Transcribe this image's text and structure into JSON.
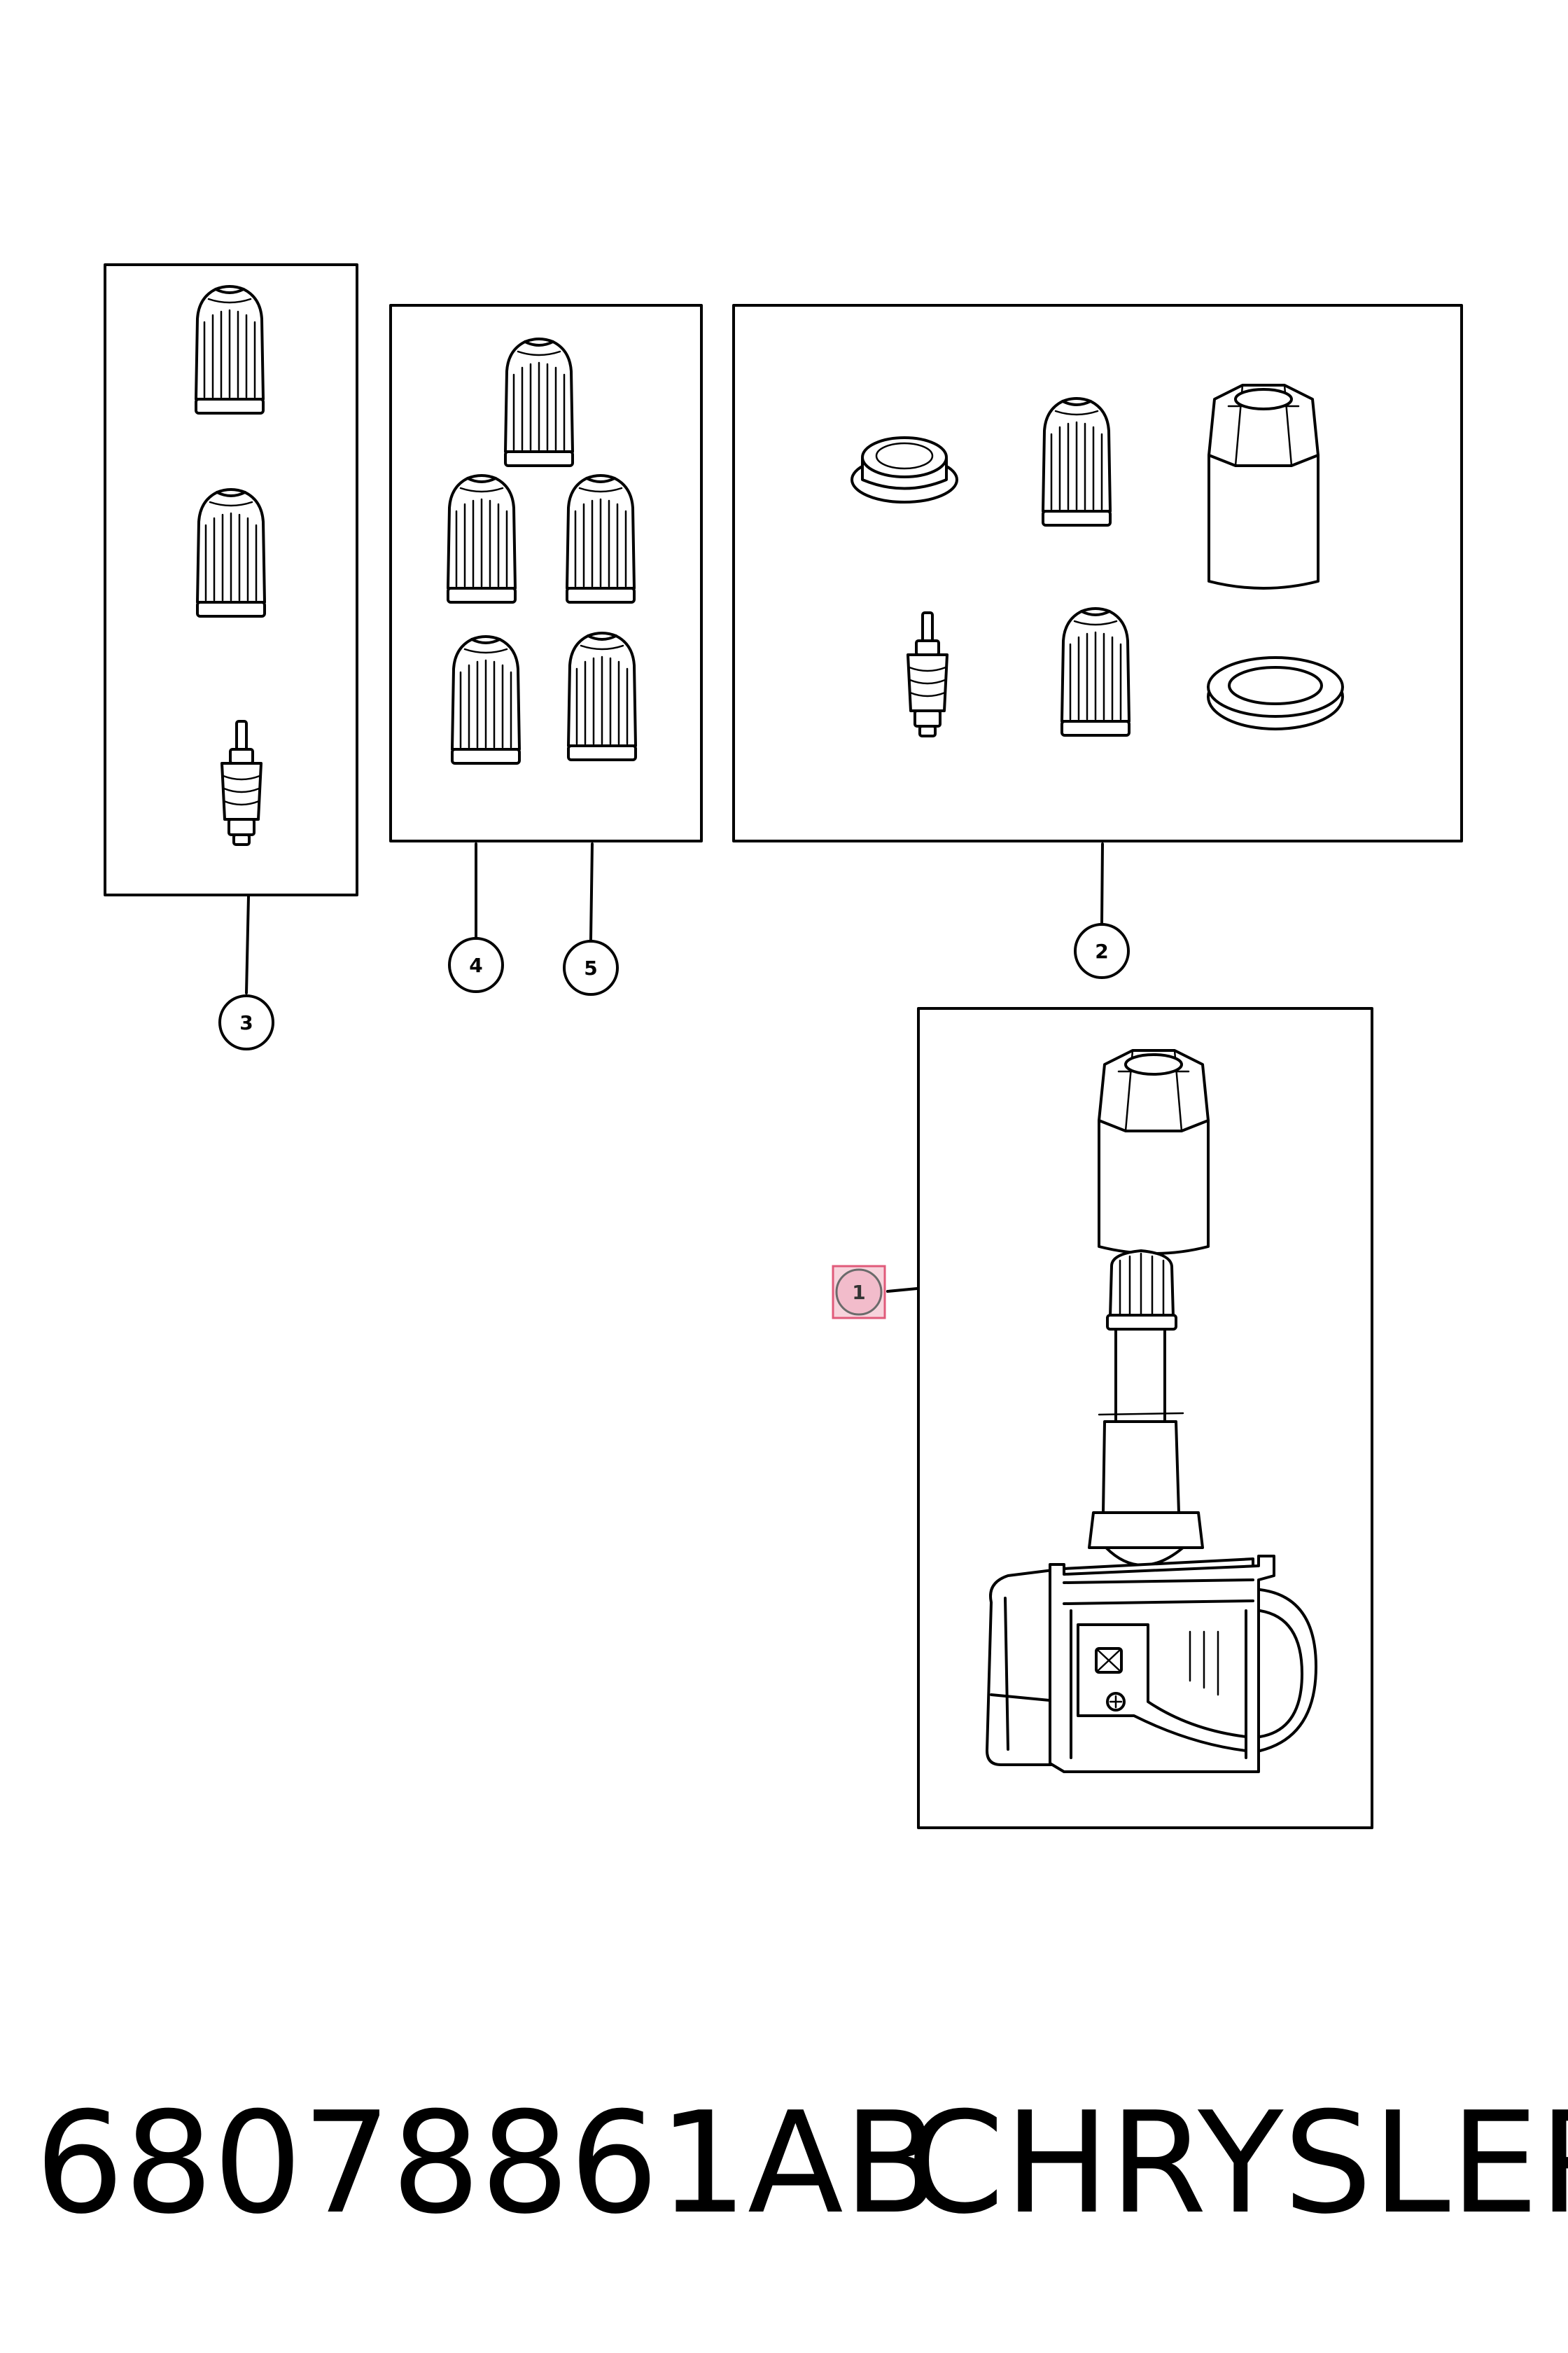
{
  "callouts": [
    {
      "id": "1",
      "label": "1"
    },
    {
      "id": "2",
      "label": "2"
    },
    {
      "id": "3",
      "label": "3"
    },
    {
      "id": "4",
      "label": "4"
    },
    {
      "id": "5",
      "label": "5"
    }
  ],
  "footer": {
    "part_number": "68078861AB",
    "brand": "CHRYSLER"
  },
  "colors": {
    "line": "#000000",
    "highlight_fill": "#f7d3dc",
    "highlight_stroke": "#e05a7a"
  }
}
